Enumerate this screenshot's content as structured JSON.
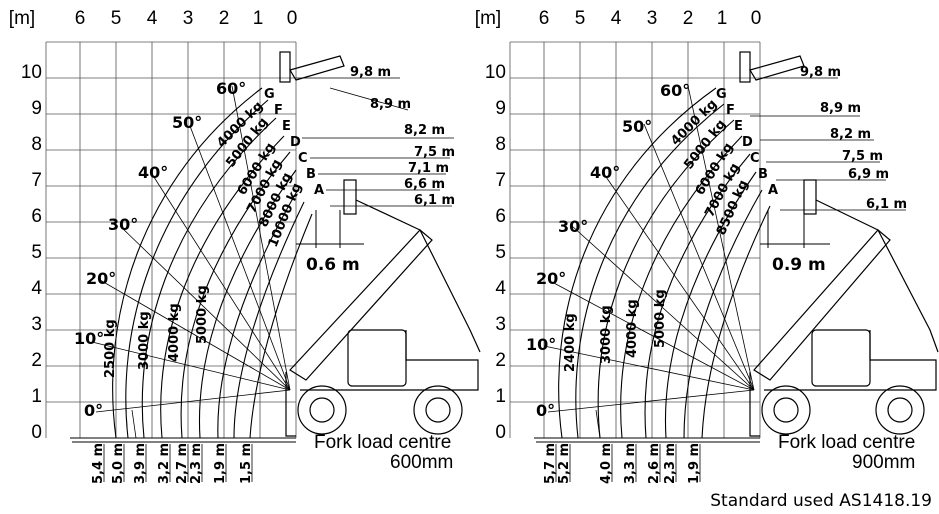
{
  "standard_label": "Standard used AS1418.19",
  "charts": [
    {
      "unit_label": "[m]",
      "x_ticks": [
        "6",
        "5",
        "4",
        "3",
        "2",
        "1",
        "0"
      ],
      "y_ticks": [
        "0",
        "1",
        "2",
        "3",
        "4",
        "5",
        "6",
        "7",
        "8",
        "9",
        "10"
      ],
      "angles": [
        "0°",
        "10°",
        "20°",
        "30°",
        "40°",
        "50°",
        "60°"
      ],
      "zone_letters": [
        "A",
        "B",
        "C",
        "D",
        "E",
        "F",
        "G"
      ],
      "heights": [
        "6,1 m",
        "6,6 m",
        "7,1 m",
        "7,5 m",
        "8,2 m",
        "8,9 m",
        "9,8 m"
      ],
      "arc_loads": [
        "4000 kg",
        "5000 kg",
        "6000 kg",
        "7000 kg",
        "8000 kg",
        "10000 kg"
      ],
      "vertical_loads": [
        "2500 kg",
        "3000 kg",
        "4000 kg",
        "5000 kg"
      ],
      "reach_values": [
        "5,4 m",
        "5,0 m",
        "3,9 m",
        "3,2 m",
        "2,7 m",
        "2,3 m",
        "1,9 m",
        "1,5 m"
      ],
      "offset_label": "0.6 m",
      "fork_label": "Fork load centre",
      "fork_value": "600mm"
    },
    {
      "unit_label": "[m]",
      "x_ticks": [
        "6",
        "5",
        "4",
        "3",
        "2",
        "1",
        "0"
      ],
      "y_ticks": [
        "0",
        "1",
        "2",
        "3",
        "4",
        "5",
        "6",
        "7",
        "8",
        "9",
        "10"
      ],
      "angles": [
        "0°",
        "10°",
        "20°",
        "30°",
        "40°",
        "50°",
        "60°"
      ],
      "zone_letters": [
        "A",
        "B",
        "C",
        "D",
        "E",
        "F",
        "G"
      ],
      "heights": [
        "6,1 m",
        "6,9 m",
        "7,5 m",
        "8,2 m",
        "8,9 m",
        "9,8 m"
      ],
      "arc_loads": [
        "4000 kg",
        "5000 kg",
        "6000 kg",
        "7000 kg",
        "8500 kg"
      ],
      "vertical_loads": [
        "2400 kg",
        "3000 kg",
        "4000 kg",
        "5000 kg"
      ],
      "reach_values": [
        "5,7 m",
        "5,2 m",
        "4,0 m",
        "3,3 m",
        "2,6 m",
        "2,3 m",
        "1,9 m"
      ],
      "offset_label": "0.9 m",
      "fork_label": "Fork load centre",
      "fork_value": "900mm"
    }
  ]
}
